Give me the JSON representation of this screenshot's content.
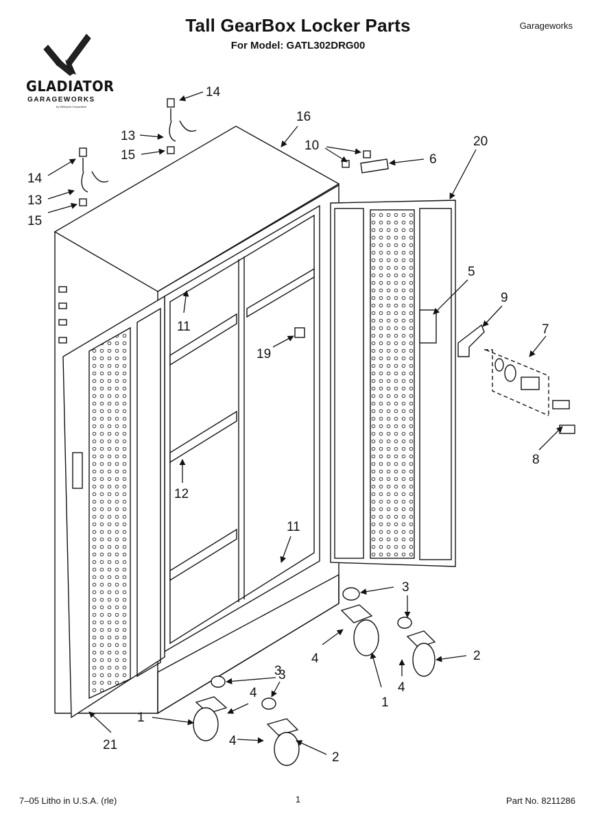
{
  "header": {
    "title": "Tall GearBox Locker Parts",
    "model": "For Model: GATL302DRG00",
    "brand": "Garageworks"
  },
  "logo": {
    "wordmark": "GLADIATOR",
    "sub": "GARAGEWORKS",
    "by": "by Whirlpool Corporation"
  },
  "callouts": [
    {
      "id": "c14a",
      "text": "14"
    },
    {
      "id": "c13a",
      "text": "13"
    },
    {
      "id": "c15a",
      "text": "15"
    },
    {
      "id": "c16",
      "text": "16"
    },
    {
      "id": "c10",
      "text": "10"
    },
    {
      "id": "c6",
      "text": "6"
    },
    {
      "id": "c20",
      "text": "20"
    },
    {
      "id": "c14b",
      "text": "14"
    },
    {
      "id": "c13b",
      "text": "13"
    },
    {
      "id": "c15b",
      "text": "15"
    },
    {
      "id": "c5",
      "text": "5"
    },
    {
      "id": "c9",
      "text": "9"
    },
    {
      "id": "c7",
      "text": "7"
    },
    {
      "id": "c8",
      "text": "8"
    },
    {
      "id": "c11a",
      "text": "11"
    },
    {
      "id": "c19",
      "text": "19"
    },
    {
      "id": "c12",
      "text": "12"
    },
    {
      "id": "c11b",
      "text": "11"
    },
    {
      "id": "c3a",
      "text": "3"
    },
    {
      "id": "c3b",
      "text": "3"
    },
    {
      "id": "c4a",
      "text": "4"
    },
    {
      "id": "c2a",
      "text": "2"
    },
    {
      "id": "c1a",
      "text": "1"
    },
    {
      "id": "c4b",
      "text": "4"
    },
    {
      "id": "c3c",
      "text": "3"
    },
    {
      "id": "c4c",
      "text": "4"
    },
    {
      "id": "c1b",
      "text": "1"
    },
    {
      "id": "c4d",
      "text": "4"
    },
    {
      "id": "c2b",
      "text": "2"
    },
    {
      "id": "c21",
      "text": "21"
    }
  ],
  "footer": {
    "left": "7–05 Litho in U.S.A. (rle)",
    "page": "1",
    "part_number": "Part No. 8211286"
  }
}
